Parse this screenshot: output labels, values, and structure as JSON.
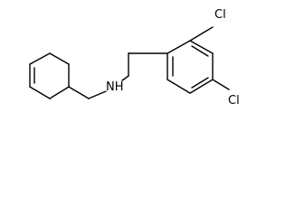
{
  "atoms": {
    "amine": "NH",
    "chloro_ortho": "Cl",
    "chloro_para": "Cl"
  },
  "colors": {
    "bond": "#000000",
    "background": "#ffffff"
  }
}
